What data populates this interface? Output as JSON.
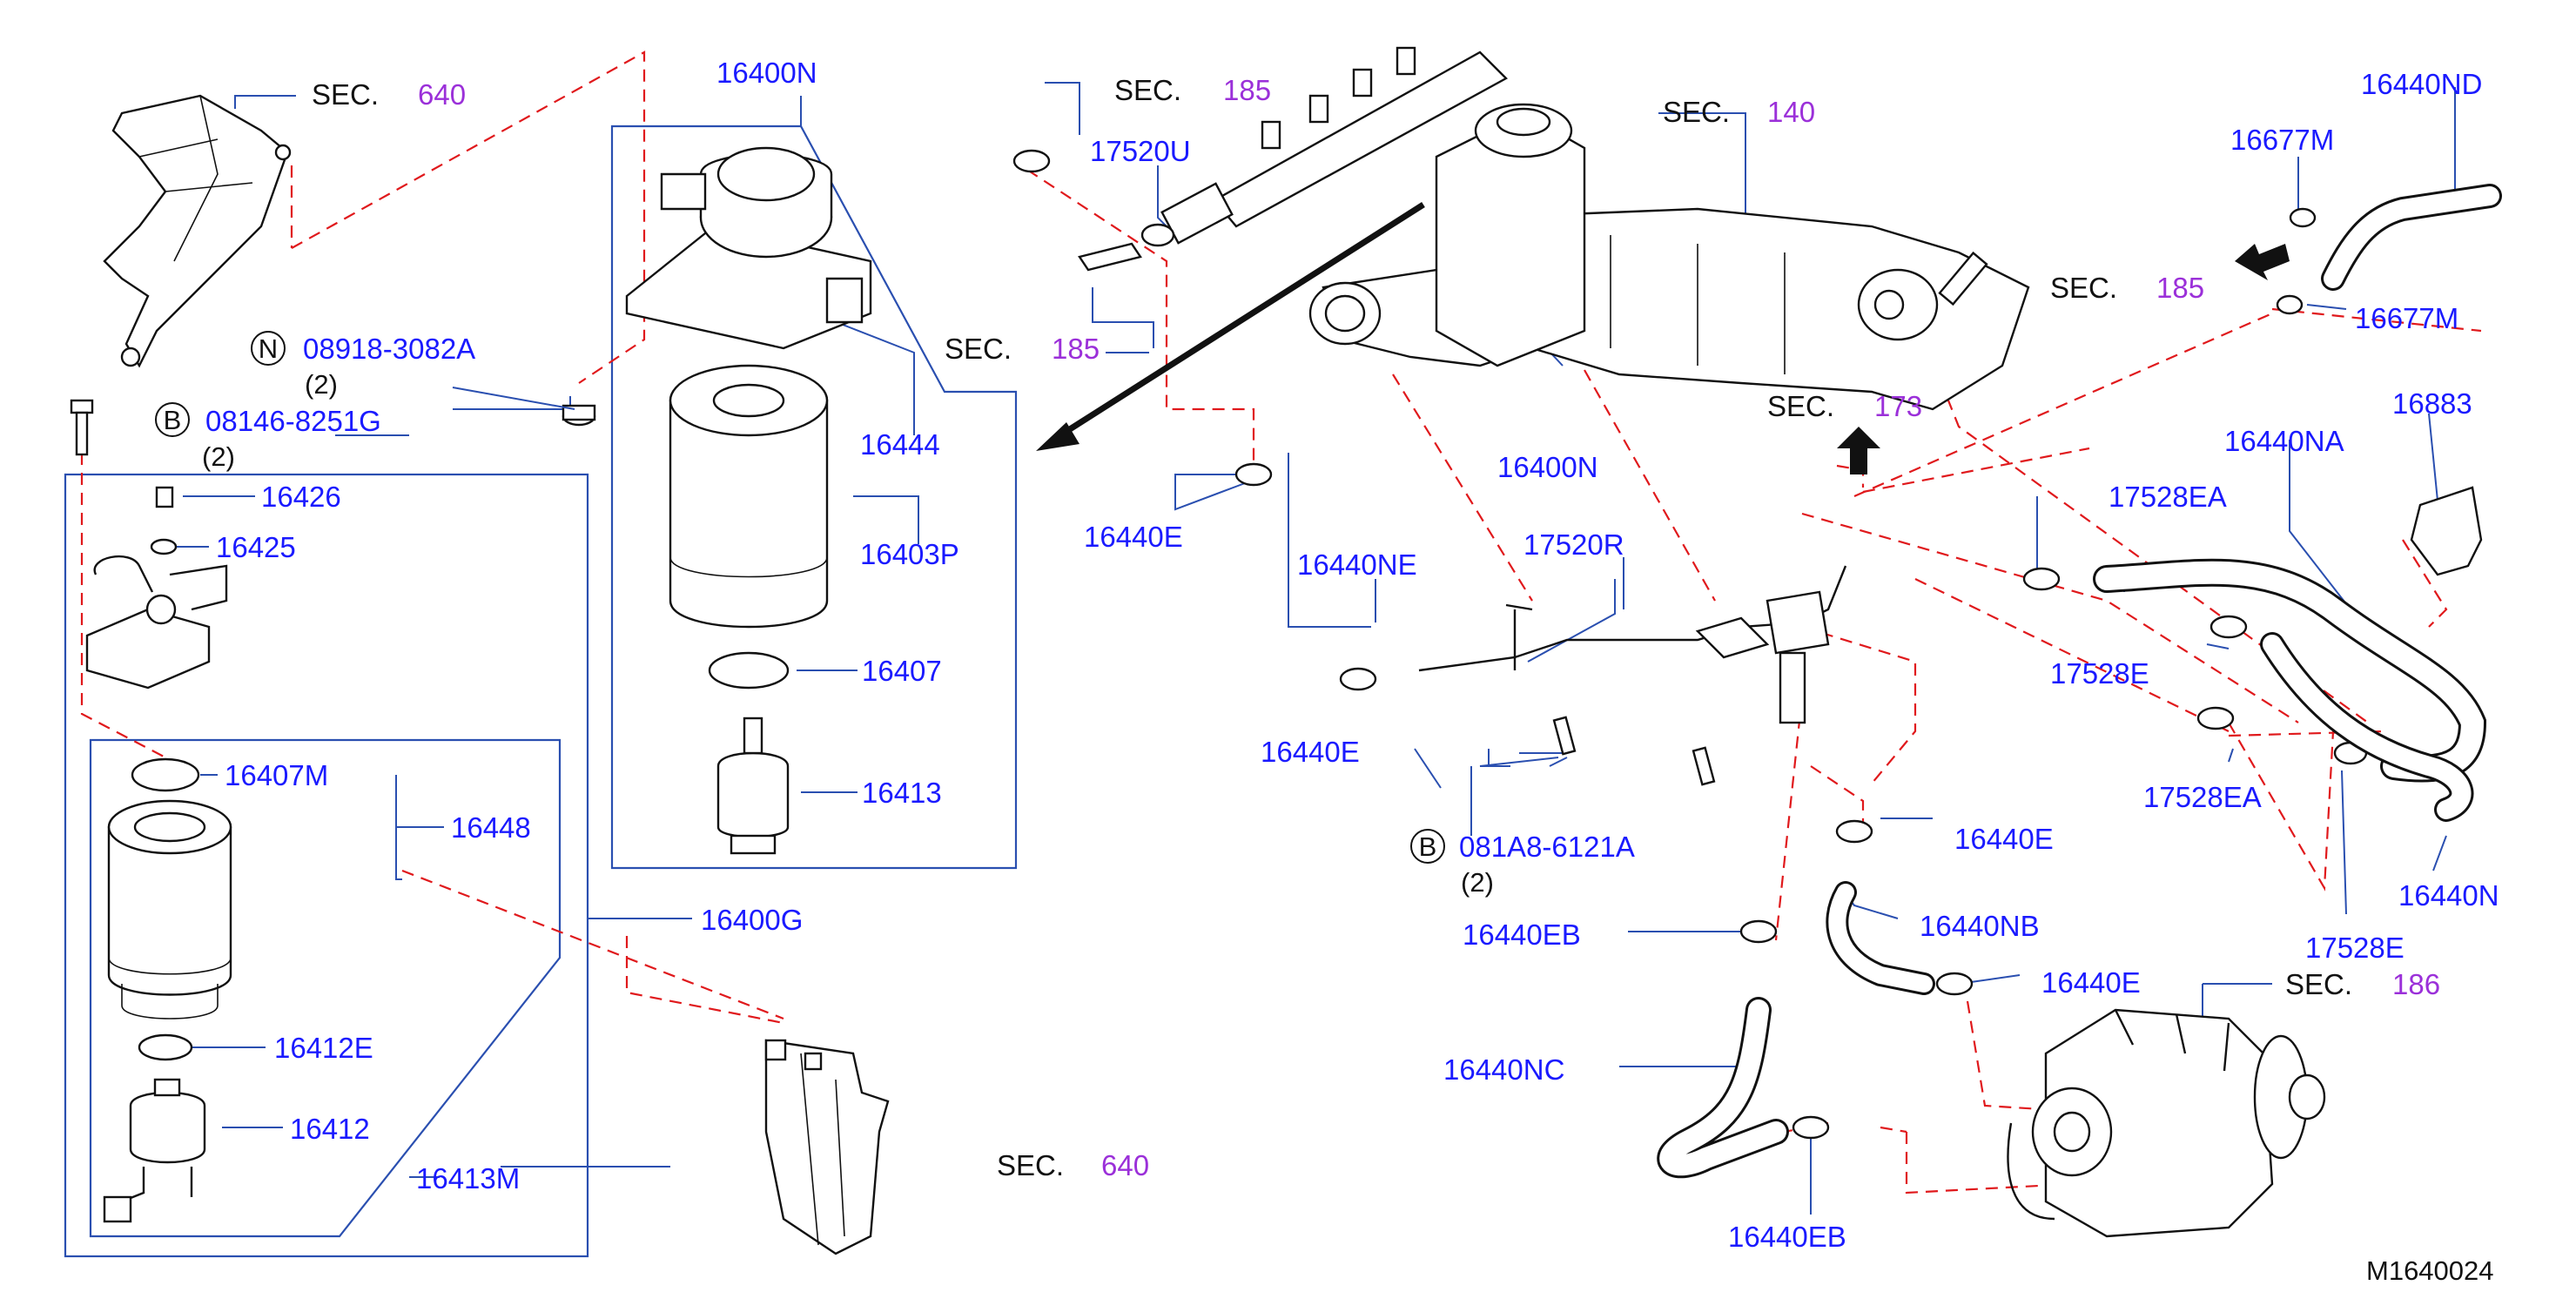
{
  "diagram_id": "M1640024",
  "colors": {
    "label": "#1a1aff",
    "section_number": "#9b30d9",
    "leader": "#2a4fb0",
    "dashed": "#e0191c",
    "drawing": "#111111"
  },
  "sections": [
    {
      "word": "SEC.",
      "number": "640"
    },
    {
      "word": "SEC.",
      "number": "185"
    },
    {
      "word": "SEC.",
      "number": "140"
    },
    {
      "word": "SEC.",
      "number": "185"
    },
    {
      "word": "SEC.",
      "number": "185"
    },
    {
      "word": "SEC.",
      "number": "173"
    },
    {
      "word": "SEC.",
      "number": "186"
    },
    {
      "word": "SEC.",
      "number": "640"
    }
  ],
  "fastener_symbols": [
    "N",
    "B",
    "B"
  ],
  "fasteners": [
    {
      "part": "08918-3082A",
      "qty": "(2)"
    },
    {
      "part": "08146-8251G",
      "qty": "(2)"
    },
    {
      "part": "081A8-6121A",
      "qty": "(2)"
    }
  ],
  "parts": [
    "16400N",
    "16444",
    "16403P",
    "16407",
    "16413",
    "16426",
    "16425",
    "16407M",
    "16448",
    "16400G",
    "16412E",
    "16412",
    "16413M",
    "17520U",
    "16400N",
    "16440E",
    "16440NE",
    "16440E",
    "17520R",
    "16440E",
    "16440NB",
    "16440EB",
    "16440E",
    "16440NC",
    "16440EB",
    "16440ND",
    "16677M",
    "16677M",
    "16883",
    "16440NA",
    "17528EA",
    "17528E",
    "17528EA",
    "16440N",
    "17528E"
  ]
}
